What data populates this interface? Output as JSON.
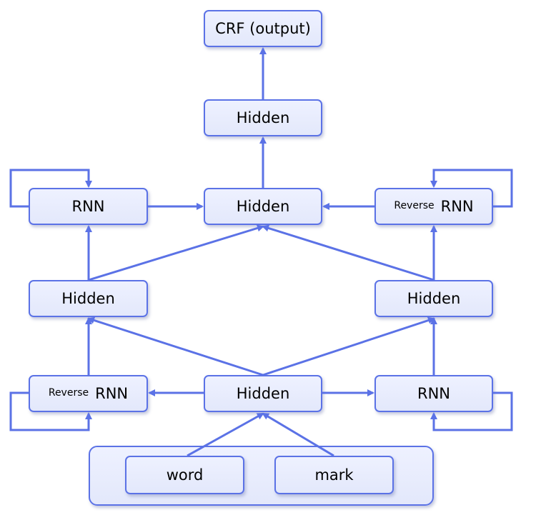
{
  "nodes": {
    "crf_output": "CRF (output)",
    "hidden_top": "Hidden",
    "rnn_top_left": "RNN",
    "hidden_merge_top": "Hidden",
    "reverse_rnn_top_right": {
      "prefix": "Reverse",
      "label": "RNN"
    },
    "hidden_mid_left": "Hidden",
    "hidden_mid_right": "Hidden",
    "reverse_rnn_bottom_left": {
      "prefix": "Reverse",
      "label": "RNN"
    },
    "hidden_bottom": "Hidden",
    "rnn_bottom_right": "RNN",
    "word": "word",
    "mark": "mark"
  },
  "colors": {
    "edge": "#5b72e6",
    "border": "#5b72e6",
    "fill": "#e8ecfd"
  }
}
